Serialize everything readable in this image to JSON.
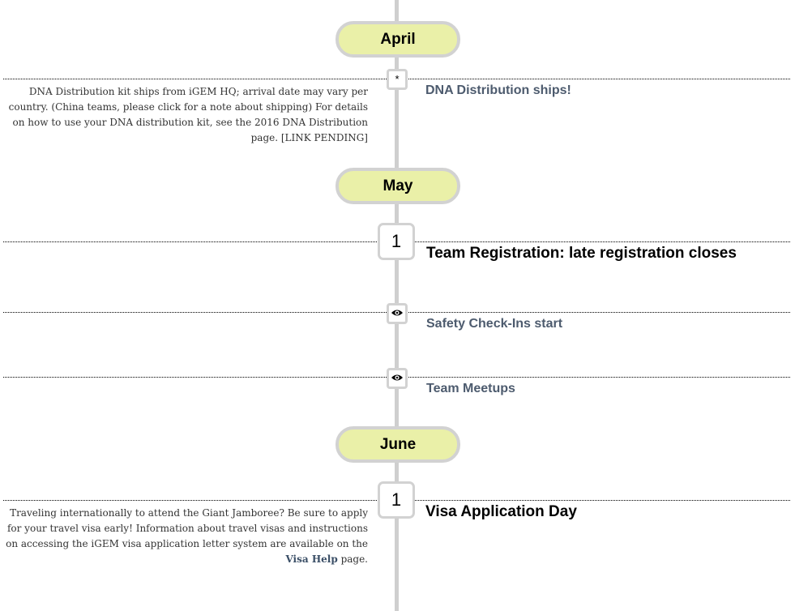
{
  "months": {
    "april": "April",
    "may": "May",
    "june": "June"
  },
  "events": {
    "dna": {
      "marker": "*",
      "title": "DNA Distribution ships!",
      "description": "DNA Distribution kit ships from iGEM HQ; arrival date may vary per country. (China teams, please click for a note about shipping) For details on how to use your DNA distribution kit, see the 2016 DNA Distribution page. [LINK PENDING]"
    },
    "registration": {
      "marker": "1",
      "title": "Team Registration: late registration closes"
    },
    "safety": {
      "marker_icon": "eye-icon",
      "title": "Safety Check-Ins start"
    },
    "meetups": {
      "marker_icon": "eye-icon",
      "title": "Team Meetups"
    },
    "visa": {
      "marker": "1",
      "title": "Visa Application Day",
      "description_before": "Traveling internationally to attend the Giant Jamboree? Be sure to apply for your travel visa early! Information about travel visas and instructions on accessing the iGEM visa application letter system are available on the ",
      "description_link": "Visa Help",
      "description_after": " page."
    }
  },
  "colors": {
    "month_fill": "#eaf0a8",
    "border_grey": "#d2d2d2",
    "title_grey": "#4d5b6e"
  }
}
